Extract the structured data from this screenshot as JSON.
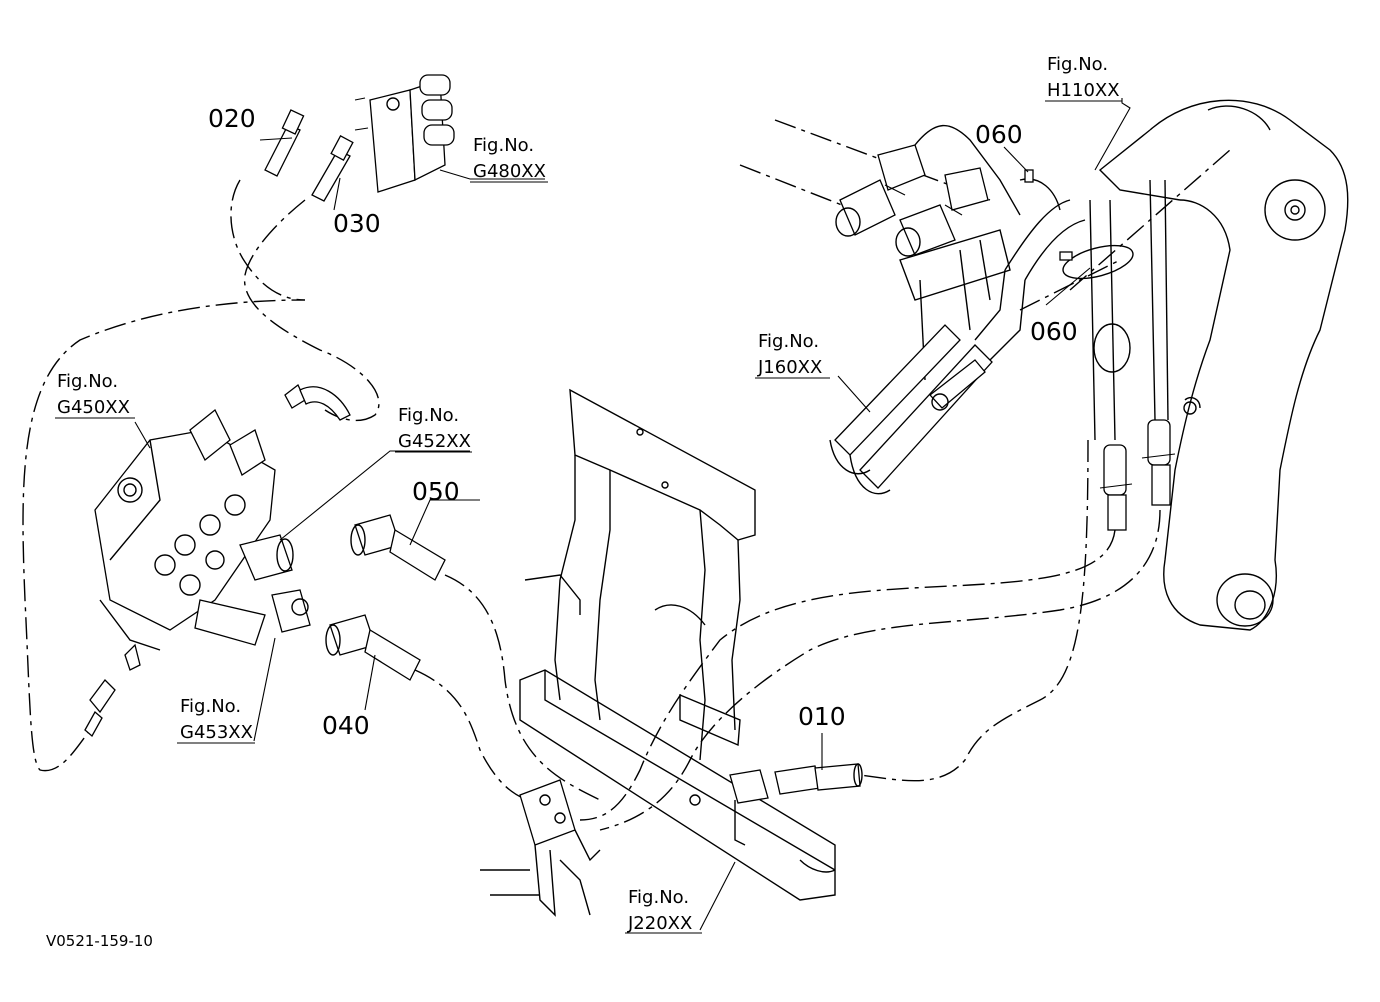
{
  "callouts": {
    "p010": "010",
    "p020": "020",
    "p030": "030",
    "p040": "040",
    "p050": "050",
    "p060a": "060",
    "p060b": "060"
  },
  "figures": {
    "h110": {
      "caption": "Fig.No.",
      "code": "H110XX"
    },
    "g480": {
      "caption": "Fig.No.",
      "code": "G480XX"
    },
    "j160": {
      "caption": "Fig.No.",
      "code": "J160XX"
    },
    "g450": {
      "caption": "Fig.No.",
      "code": "G450XX"
    },
    "g452": {
      "caption": "Fig.No.",
      "code": "G452XX"
    },
    "g453": {
      "caption": "Fig.No.",
      "code": "G453XX"
    },
    "j220": {
      "caption": "Fig.No.",
      "code": "J220XX"
    }
  },
  "drawing_code": "V0521-159-10"
}
